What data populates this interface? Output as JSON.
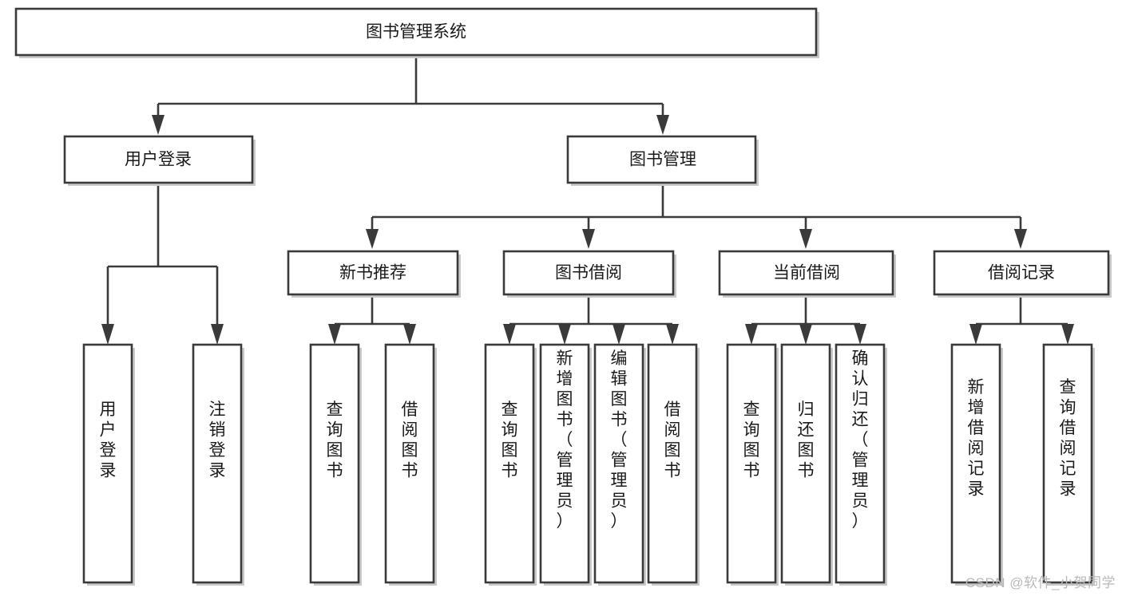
{
  "diagram": {
    "type": "tree-flowchart",
    "title": "图书管理系统",
    "watermark": "CSDN @软件_小贺同学",
    "colors": {
      "background": "#ffffff",
      "box_border": "#3a3a3a",
      "box_fill": "#ffffff",
      "box_shadow": "#c9c9c9",
      "text": "#1a1a1a",
      "watermark": "#b9b9b9"
    },
    "levels": {
      "root": {
        "label": "图书管理系统"
      },
      "level2": [
        {
          "label": "用户登录"
        },
        {
          "label": "图书管理"
        }
      ],
      "level3": [
        {
          "label": "新书推荐"
        },
        {
          "label": "图书借阅"
        },
        {
          "label": "当前借阅"
        },
        {
          "label": "借阅记录"
        }
      ],
      "leaves": [
        {
          "label": "用户登录",
          "parent": "用户登录"
        },
        {
          "label": "注销登录",
          "parent": "用户登录"
        },
        {
          "label": "查询图书",
          "parent": "新书推荐"
        },
        {
          "label": "借阅图书",
          "parent": "新书推荐"
        },
        {
          "label": "查询图书",
          "parent": "图书借阅"
        },
        {
          "label": "新增图书（管理员）",
          "parent": "图书借阅"
        },
        {
          "label": "编辑图书（管理员）",
          "parent": "图书借阅"
        },
        {
          "label": "借阅图书",
          "parent": "图书借阅"
        },
        {
          "label": "查询图书",
          "parent": "当前借阅"
        },
        {
          "label": "归还图书",
          "parent": "当前借阅"
        },
        {
          "label": "确认归还（管理员）",
          "parent": "当前借阅"
        },
        {
          "label": "新增借阅记录",
          "parent": "借阅记录"
        },
        {
          "label": "查询借阅记录",
          "parent": "借阅记录"
        }
      ]
    }
  }
}
